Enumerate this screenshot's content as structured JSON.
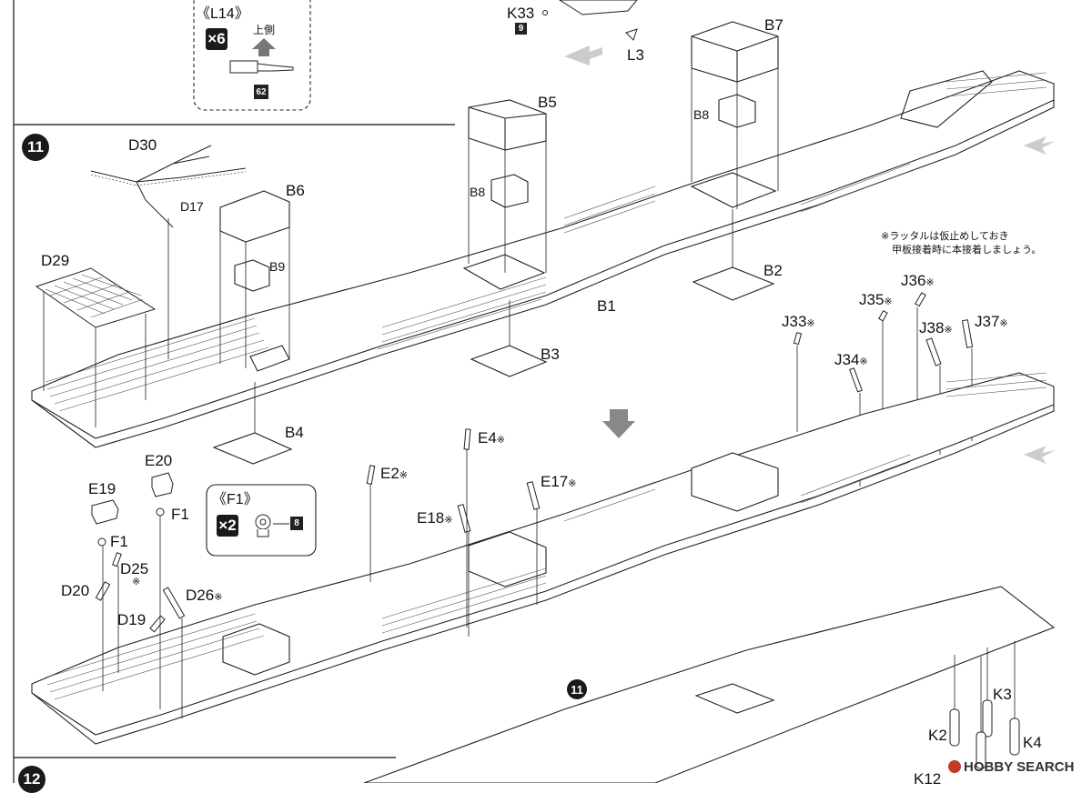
{
  "steps": {
    "s11": "11",
    "s11_small": "11",
    "s12": "12"
  },
  "callout_l14": {
    "title": "《L14》",
    "multiplier": "×6",
    "side_label": "上側",
    "part_ref": "62"
  },
  "callout_f1": {
    "title": "《F1》",
    "multiplier": "×2",
    "part_ref": "8"
  },
  "top_ref": {
    "k33": "K33",
    "k33_ref": "9",
    "l3": "L3",
    "b7": "B7"
  },
  "labels": {
    "D30": "D30",
    "D17": "D17",
    "B6": "B6",
    "B9": "B9",
    "D29": "D29",
    "B4": "B4",
    "B5": "B5",
    "B8a": "B8",
    "B8b": "B8",
    "B1": "B1",
    "B2": "B2",
    "B3": "B3",
    "J33": "J33",
    "J34": "J34",
    "J35": "J35",
    "J36": "J36",
    "J37": "J37",
    "J38": "J38",
    "E19": "E19",
    "E20": "E20",
    "F1a": "F1",
    "F1b": "F1",
    "D25": "D25",
    "D20": "D20",
    "D19": "D19",
    "D26": "D26",
    "E2": "E2",
    "E4": "E4",
    "E17": "E17",
    "E18": "E18",
    "K2": "K2",
    "K3": "K3",
    "K4": "K4",
    "K12": "K12"
  },
  "asterisk": "※",
  "note": {
    "line1": "※ラッタルは仮止めしておき",
    "line2": "甲板接着時に本接着しましょう。"
  },
  "watermark": "HOBBY SEARCH"
}
